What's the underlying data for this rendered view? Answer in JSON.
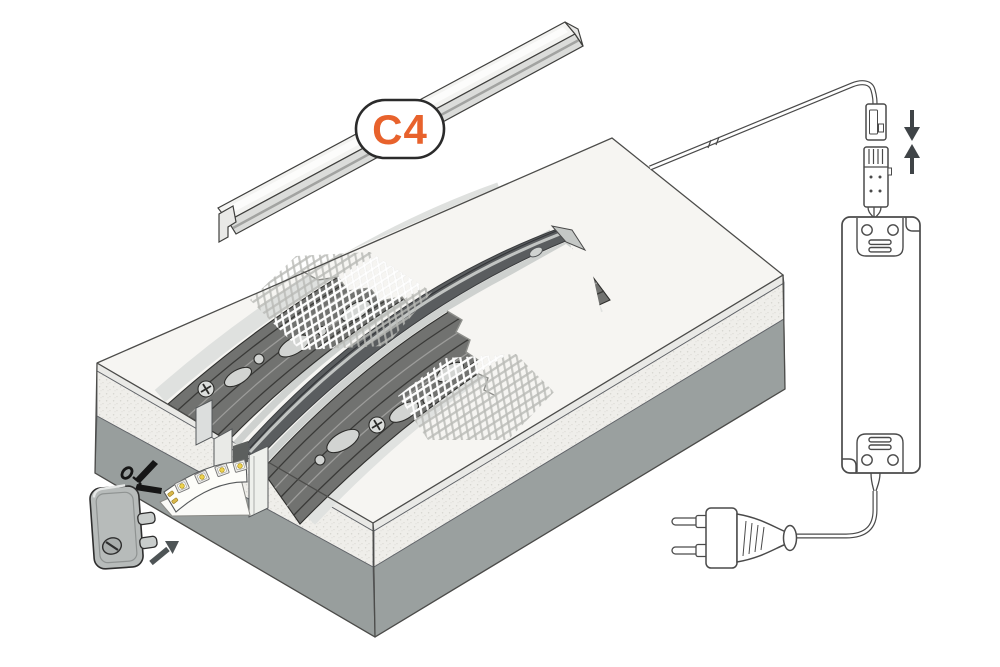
{
  "badge": {
    "label": "C4"
  },
  "colors": {
    "accent_orange": "#E8622C",
    "outline": "#4A4A4A",
    "wall_gray": "#9AA09F",
    "plaster_white": "#F6F5F2",
    "plasterboard_speckle": "#EFEEEA",
    "profile_dark": "#6E6F6C",
    "led_yellow": "#EDD24E"
  },
  "icons": {
    "scissors_icon": "cut LED strip to length",
    "insert_arrow_icon": "push end cap onto profile",
    "mate_arrows_icon": "plug connectors together"
  },
  "components": {
    "diffuser_cover": "profile diffuser cover strip",
    "mounting_block": "plastered wall block with recessed profile",
    "mesh": "plaster reinforcement mesh",
    "led_strip": "LED strip with chips",
    "end_cap": "profile end cap",
    "connector_pair": "low-voltage plug connectors",
    "power_supply": "LED driver",
    "euro_plug": "mains plug"
  }
}
